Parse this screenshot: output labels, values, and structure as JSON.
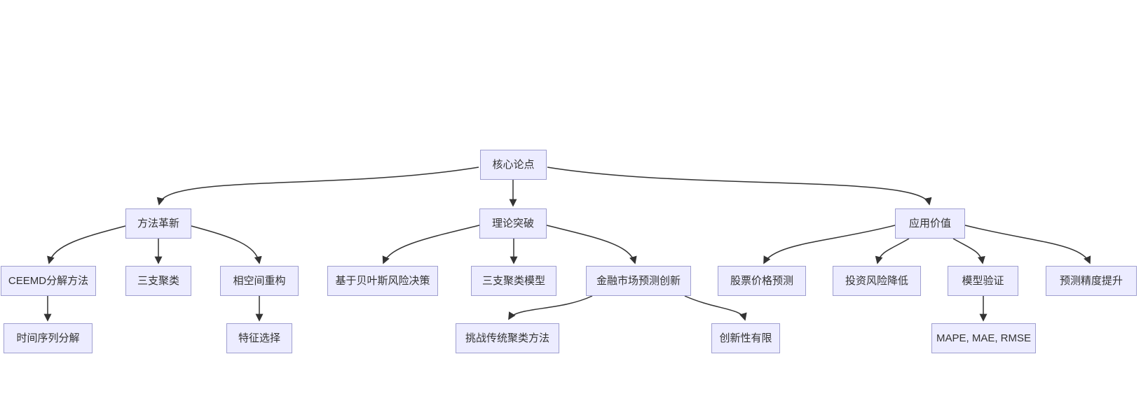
{
  "diagram": {
    "kind": "flowchart-top-down",
    "colors": {
      "background": "#ffffff",
      "node_fill": "#ECECFF",
      "node_border": "#9f9fd0",
      "edge": "#333333",
      "text": "#333333"
    },
    "nodes": [
      {
        "id": "core-thesis",
        "label": "核心论点",
        "level": 0
      },
      {
        "id": "method-innovation",
        "label": "方法革新",
        "level": 1
      },
      {
        "id": "theory-breakthrough",
        "label": "理论突破",
        "level": 1
      },
      {
        "id": "application-value",
        "label": "应用价值",
        "level": 1
      },
      {
        "id": "ceemd-decomposition",
        "label": "CEEMD分解方法",
        "level": 2
      },
      {
        "id": "three-way-clustering",
        "label": "三支聚类",
        "level": 2
      },
      {
        "id": "phase-space-reconstruction",
        "label": "相空间重构",
        "level": 2
      },
      {
        "id": "bayesian-risk-decision",
        "label": "基于贝叶斯风险决策",
        "level": 2
      },
      {
        "id": "three-way-clustering-model",
        "label": "三支聚类模型",
        "level": 2
      },
      {
        "id": "financial-market-forecast-innovation",
        "label": "金融市场预测创新",
        "level": 2
      },
      {
        "id": "stock-price-forecast",
        "label": "股票价格预测",
        "level": 2
      },
      {
        "id": "investment-risk-reduction",
        "label": "投资风险降低",
        "level": 2
      },
      {
        "id": "model-validation",
        "label": "模型验证",
        "level": 2
      },
      {
        "id": "forecast-accuracy-improvement",
        "label": "预测精度提升",
        "level": 2
      },
      {
        "id": "time-series-decomposition",
        "label": "时间序列分解",
        "level": 3
      },
      {
        "id": "feature-selection",
        "label": "特征选择",
        "level": 3
      },
      {
        "id": "challenge-traditional-clustering",
        "label": "挑战传统聚类方法",
        "level": 3
      },
      {
        "id": "limited-novelty",
        "label": "创新性有限",
        "level": 3
      },
      {
        "id": "metrics",
        "label": "MAPE, MAE, RMSE",
        "level": 3
      }
    ],
    "edges": [
      {
        "from": "core-thesis",
        "to": "method-innovation"
      },
      {
        "from": "core-thesis",
        "to": "theory-breakthrough"
      },
      {
        "from": "core-thesis",
        "to": "application-value"
      },
      {
        "from": "method-innovation",
        "to": "ceemd-decomposition"
      },
      {
        "from": "method-innovation",
        "to": "three-way-clustering"
      },
      {
        "from": "method-innovation",
        "to": "phase-space-reconstruction"
      },
      {
        "from": "ceemd-decomposition",
        "to": "time-series-decomposition"
      },
      {
        "from": "phase-space-reconstruction",
        "to": "feature-selection"
      },
      {
        "from": "theory-breakthrough",
        "to": "bayesian-risk-decision"
      },
      {
        "from": "theory-breakthrough",
        "to": "three-way-clustering-model"
      },
      {
        "from": "theory-breakthrough",
        "to": "financial-market-forecast-innovation"
      },
      {
        "from": "financial-market-forecast-innovation",
        "to": "challenge-traditional-clustering"
      },
      {
        "from": "financial-market-forecast-innovation",
        "to": "limited-novelty"
      },
      {
        "from": "application-value",
        "to": "stock-price-forecast"
      },
      {
        "from": "application-value",
        "to": "investment-risk-reduction"
      },
      {
        "from": "application-value",
        "to": "model-validation"
      },
      {
        "from": "application-value",
        "to": "forecast-accuracy-improvement"
      },
      {
        "from": "model-validation",
        "to": "metrics"
      }
    ]
  }
}
